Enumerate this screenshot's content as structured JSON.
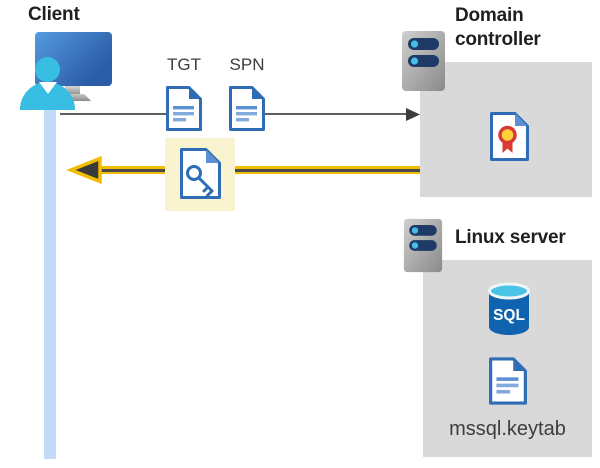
{
  "client": {
    "label": "Client"
  },
  "domain_controller": {
    "label": "Domain controller"
  },
  "linux_server": {
    "label": "Linux server"
  },
  "tickets": {
    "tgt": "TGT",
    "spn": "SPN"
  },
  "keytab_file": {
    "label": "mssql.keytab"
  },
  "sql_database": {
    "label": "SQL"
  },
  "colors": {
    "doc_blue": "#2E6DB5",
    "doc_line_blue": "#82AADD",
    "container_gray": "#D9D9D9",
    "timeline_blue": "#C1DAF6",
    "client_cyan": "#38BEE2",
    "monitor_blue": "#3577C1",
    "request_arrow_gray": "#5F5F5F",
    "response_arrow_yellow": "#F2BD00",
    "response_arrow_core": "#4A4A4A",
    "highlight_box_yellow": "#FAF3CF",
    "server_pill_navy": "#1E3A66",
    "server_dot_cyan": "#45BDE4",
    "sql_cylinder_blue": "#1063AE",
    "sql_top_cyan": "#49C3E6",
    "certificate_seal_yellow": "#FFD23C",
    "certificate_ribbon_red": "#D93A35"
  }
}
